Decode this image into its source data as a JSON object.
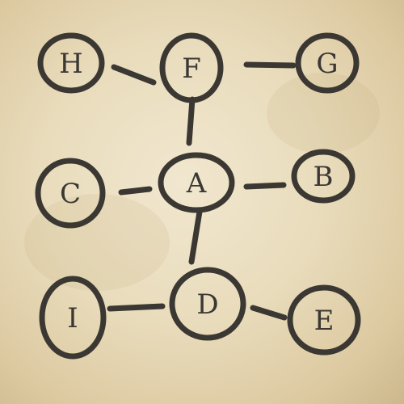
{
  "diagram": {
    "nodes": [
      {
        "id": "H",
        "label": "H"
      },
      {
        "id": "F",
        "label": "F"
      },
      {
        "id": "G",
        "label": "G"
      },
      {
        "id": "C",
        "label": "C"
      },
      {
        "id": "A",
        "label": "A"
      },
      {
        "id": "B",
        "label": "B"
      },
      {
        "id": "I",
        "label": "I"
      },
      {
        "id": "D",
        "label": "D"
      },
      {
        "id": "E",
        "label": "E"
      }
    ],
    "edges": [
      {
        "from": "H",
        "to": "F"
      },
      {
        "from": "F",
        "to": "G"
      },
      {
        "from": "F",
        "to": "A"
      },
      {
        "from": "C",
        "to": "A"
      },
      {
        "from": "A",
        "to": "B"
      },
      {
        "from": "A",
        "to": "D"
      },
      {
        "from": "I",
        "to": "D"
      },
      {
        "from": "D",
        "to": "E"
      }
    ],
    "colors": {
      "ink": "#3b3833",
      "paper": "#e9dcbc"
    }
  }
}
